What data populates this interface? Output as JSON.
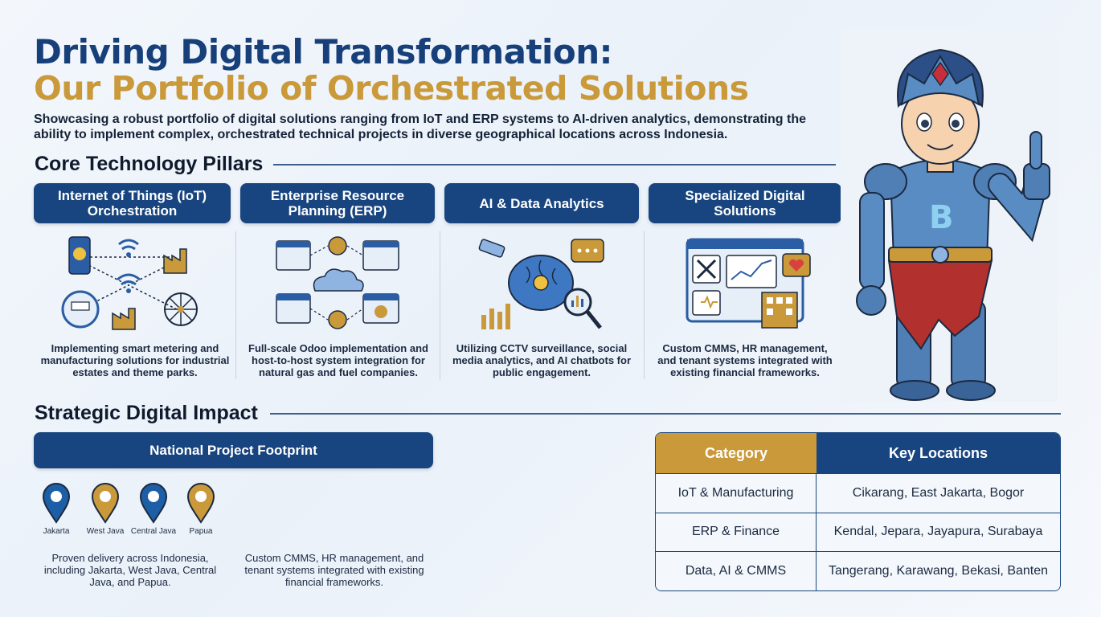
{
  "header": {
    "title_line1": "Driving Digital Transformation:",
    "title_line2": "Our Portfolio of Orchestrated Solutions",
    "subtitle": "Showcasing a robust portfolio of digital solutions ranging from IoT and ERP systems to AI-driven analytics, demonstrating the ability to implement complex, orchestrated technical projects in diverse geographical locations across Indonesia."
  },
  "pillars": {
    "heading": "Core Technology Pillars",
    "items": [
      {
        "title": "Internet of Things (IoT) Orchestration",
        "icon": "iot-network-icon",
        "desc": "Implementing smart metering and manufacturing solutions for industrial estates and theme parks."
      },
      {
        "title": "Enterprise Resource Planning (ERP)",
        "icon": "erp-cloud-icon",
        "desc": "Full-scale Odoo implementation and host-to-host system integration for natural gas and fuel companies."
      },
      {
        "title": "AI & Data Analytics",
        "icon": "ai-brain-icon",
        "desc": "Utilizing CCTV surveillance, social media analytics, and AI chatbots for public engagement."
      },
      {
        "title": "Specialized Digital Solutions",
        "icon": "dashboard-icon",
        "desc": "Custom CMMS, HR management, and tenant systems integrated with existing financial frameworks."
      }
    ]
  },
  "impact": {
    "heading": "Strategic Digital Impact",
    "footprint_title": "National Project Footprint",
    "pins": [
      {
        "label": "Jakarta",
        "color": "#1d5fa6"
      },
      {
        "label": "West Java",
        "color": "#c9993a"
      },
      {
        "label": "Central Java",
        "color": "#1d5fa6"
      },
      {
        "label": "Papua",
        "color": "#c9993a"
      }
    ],
    "delivery_text": "Proven delivery across Indonesia, including Jakarta, West Java, Central Java, and Papua.",
    "cmms_text": "Custom CMMS, HR management, and tenant systems integrated with existing financial frameworks."
  },
  "locations_table": {
    "headers": [
      "Category",
      "Key Locations"
    ],
    "rows": [
      [
        "IoT & Manufacturing",
        "Cikarang, East Jakarta, Bogor"
      ],
      [
        "ERP & Finance",
        "Kendal, Jepara, Jayapura, Surabaya"
      ],
      [
        "Data, AI & CMMS",
        "Tangerang, Karawang, Bekasi, Banten"
      ]
    ]
  },
  "colors": {
    "navy": "#18457f",
    "gold": "#c9993a",
    "title_blue": "#17407a"
  },
  "mascot": {
    "icon": "armored-hero-mascot-icon"
  }
}
